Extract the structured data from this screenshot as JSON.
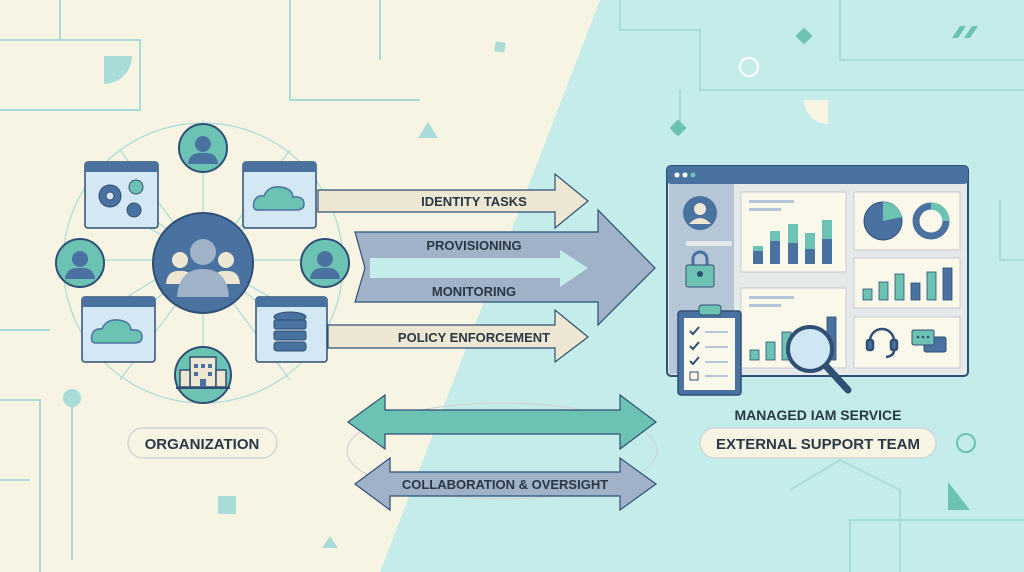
{
  "left": {
    "label": "ORGANIZATION"
  },
  "flows": {
    "identity_tasks": "IDENTITY TASKS",
    "provisioning": "PROVISIONING",
    "monitoring": "MONITORING",
    "policy_enforcement": "POLICY ENFORCEMENT",
    "collaboration": "COLLABORATION & OVERSIGHT"
  },
  "right": {
    "title": "MANAGED IAM SERVICE",
    "label": "EXTERNAL SUPPORT TEAM"
  },
  "colors": {
    "cream_bg": "#f7f4e4",
    "teal_bg": "#c4ecea",
    "navy": "#4a72a0",
    "teal": "#6cc3b3",
    "beige_arrow": "#ece6d2",
    "slate_arrow": "#9fb2c8"
  },
  "icons": [
    "user-icon",
    "group-icon",
    "building-icon",
    "gears-icon",
    "cloud-icon",
    "database-icon",
    "lock-icon",
    "clipboard-checklist-icon",
    "magnifier-icon",
    "headset-icon",
    "chat-icon",
    "pie-chart-icon",
    "donut-chart-icon",
    "bar-chart-icon"
  ]
}
